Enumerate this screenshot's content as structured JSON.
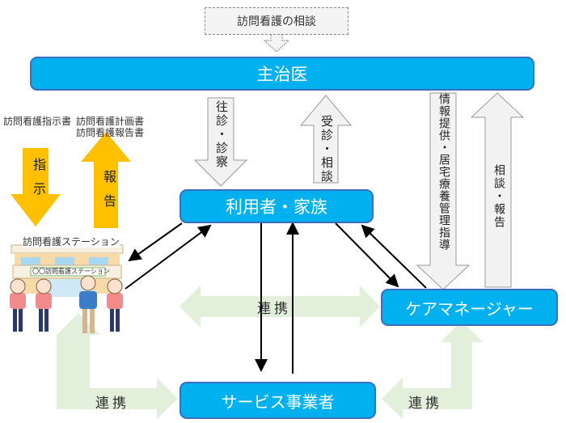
{
  "top_note": "訪問看護の相談",
  "nodes": {
    "doctor": "主治医",
    "patient_family": "利用者・家族",
    "care_manager": "ケアマネージャー",
    "service_provider": "サービス事業者",
    "station": "訪問看護ステーション",
    "station_sign": "〇〇訪問看護ステーション"
  },
  "documents": {
    "instruction": "訪問看護指示書",
    "plan_report_1": "訪問看護計画書",
    "plan_report_2": "訪問看護報告書"
  },
  "arrows": {
    "instruction": "指示",
    "report": "報告",
    "home_visit": "往診・診察",
    "consult_visit": "受診・相談",
    "info_provision": "情報提供・居宅療養管理指導",
    "consult_report": "相談・報告"
  },
  "collaboration": "連携",
  "colors": {
    "box_fill": "#00b0ef",
    "box_border": "#3a6fbf",
    "yellow_arrow": "#ffc000",
    "gray_arrow": "#f2f2f2",
    "green_arrow": "#e2efda"
  }
}
